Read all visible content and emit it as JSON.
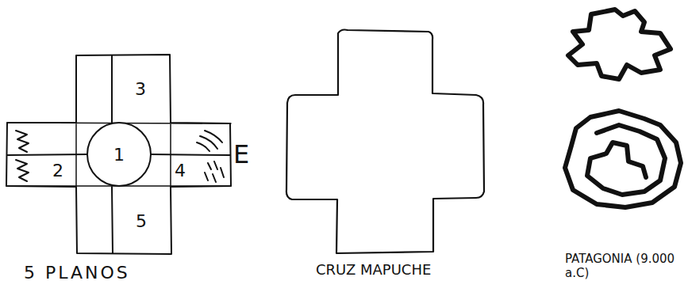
{
  "diagram": {
    "nodes": [
      {
        "text": [
          "3"
        ]
      },
      {
        "text": [
          "2"
        ]
      },
      {
        "text": [
          "1"
        ]
      },
      {
        "text": [
          "4"
        ]
      },
      {
        "text": [
          "5"
        ]
      }
    ],
    "labels": [
      "E",
      "5 PLANOS",
      "CRUZ MAPUCHE",
      "PATAGONIA (9.000 a.C)"
    ]
  }
}
